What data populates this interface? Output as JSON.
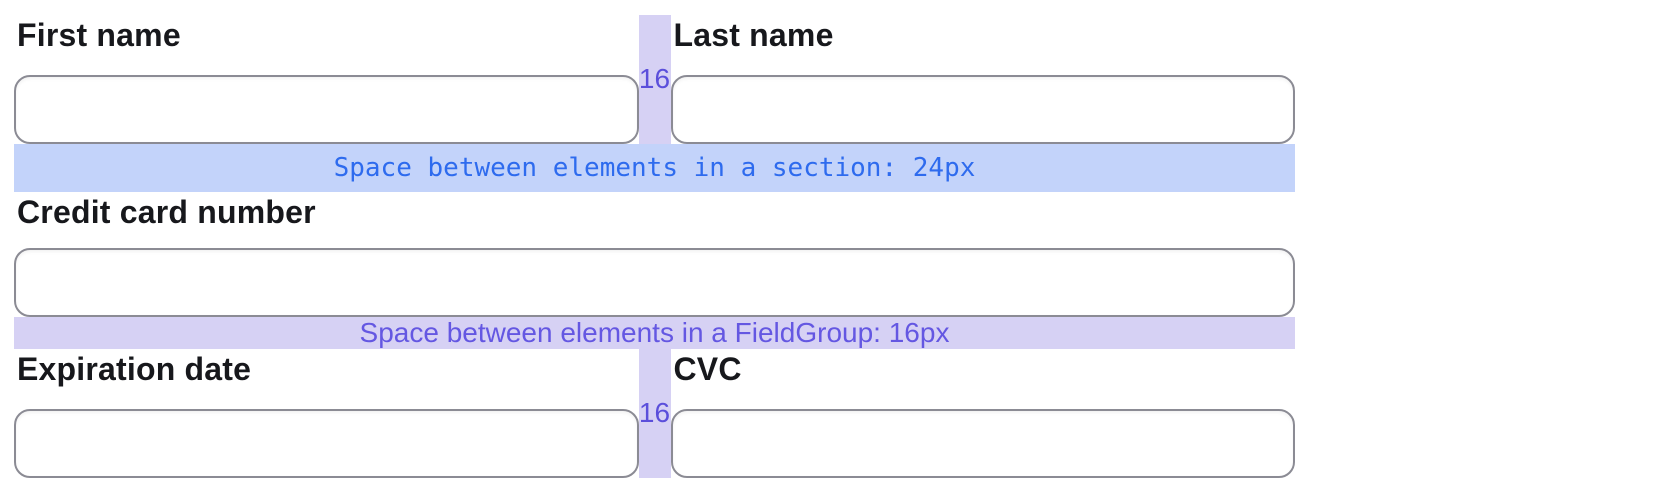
{
  "section": {
    "name_row": {
      "fields": [
        {
          "label": "First name",
          "value": ""
        },
        {
          "label": "Last name",
          "value": ""
        }
      ],
      "gap_label": "16"
    },
    "section_band": {
      "text": "Space between elements in a section: 24px"
    },
    "card_group": {
      "credit_card": {
        "label": "Credit card number",
        "value": ""
      },
      "fieldgroup_band": {
        "text": "Space between elements in a FieldGroup: 16px"
      },
      "expiry_row": {
        "fields": [
          {
            "label": "Expiration date",
            "value": ""
          },
          {
            "label": "CVC",
            "value": ""
          }
        ],
        "gap_label": "16"
      }
    }
  },
  "colors": {
    "section-band-bg": "#c3d3fa",
    "section-band-text": "#2e6bee",
    "fieldgroup-band-bg": "#d6d1f4",
    "fieldgroup-band-text": "#6457e2",
    "gap-number-text": "#5b4fdb",
    "label-text": "#17181c",
    "input-border": "#8b8b94",
    "page-bg": "#ffffff"
  }
}
